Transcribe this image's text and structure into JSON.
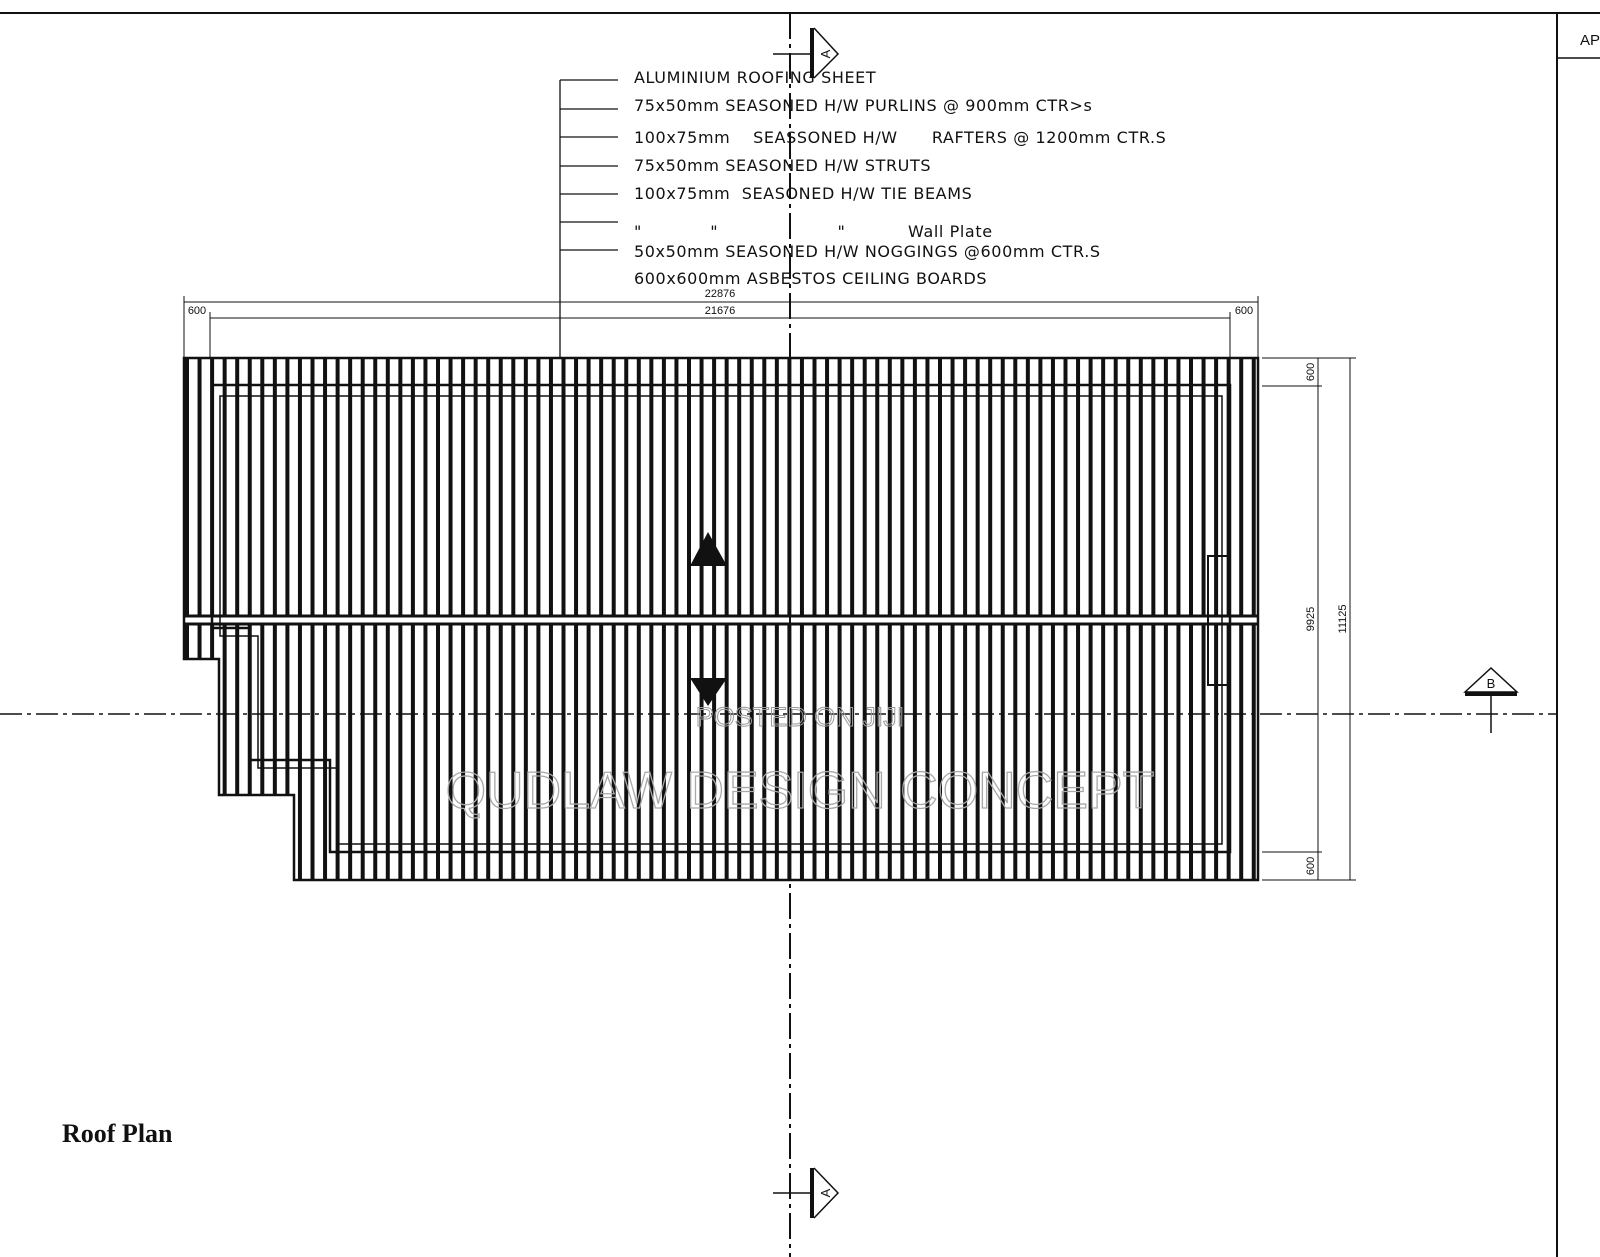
{
  "title": "Roof Plan",
  "corner_label": "AP",
  "specification_notes": [
    "ALUMINIUM ROOFING SHEET",
    "75x50mm SEASONED H/W PURLINS @ 900mm CTR>s",
    "100x75mm    SEASSONED H/W      RAFTERS @ 1200mm CTR.S",
    "75x50mm SEASONED H/W STRUTS",
    "100x75mm  SEASONED H/W TIE BEAMS",
    "\"            \"                     \"           Wall Plate",
    "50x50mm SEASONED H/W NOGGINGS @600mm CTR.S",
    "600x600mm ASBESTOS CEILING BOARDS"
  ],
  "dimensions": {
    "overall_width": "22876",
    "inner_width": "21676",
    "left_overhang": "600",
    "right_overhang": "600",
    "top_overhang": "600",
    "inner_depth": "9925",
    "overall_depth": "11125",
    "bottom_overhang": "600"
  },
  "section_marks": {
    "vertical_top": "A",
    "vertical_bottom": "A",
    "horizontal": "B"
  },
  "watermark": {
    "line1": "POSTED ON JIJI",
    "line2": "QUDLAW DESIGN CONCEPT"
  },
  "colors": {
    "ink": "#111111",
    "watermark": "#a8a8a8"
  }
}
